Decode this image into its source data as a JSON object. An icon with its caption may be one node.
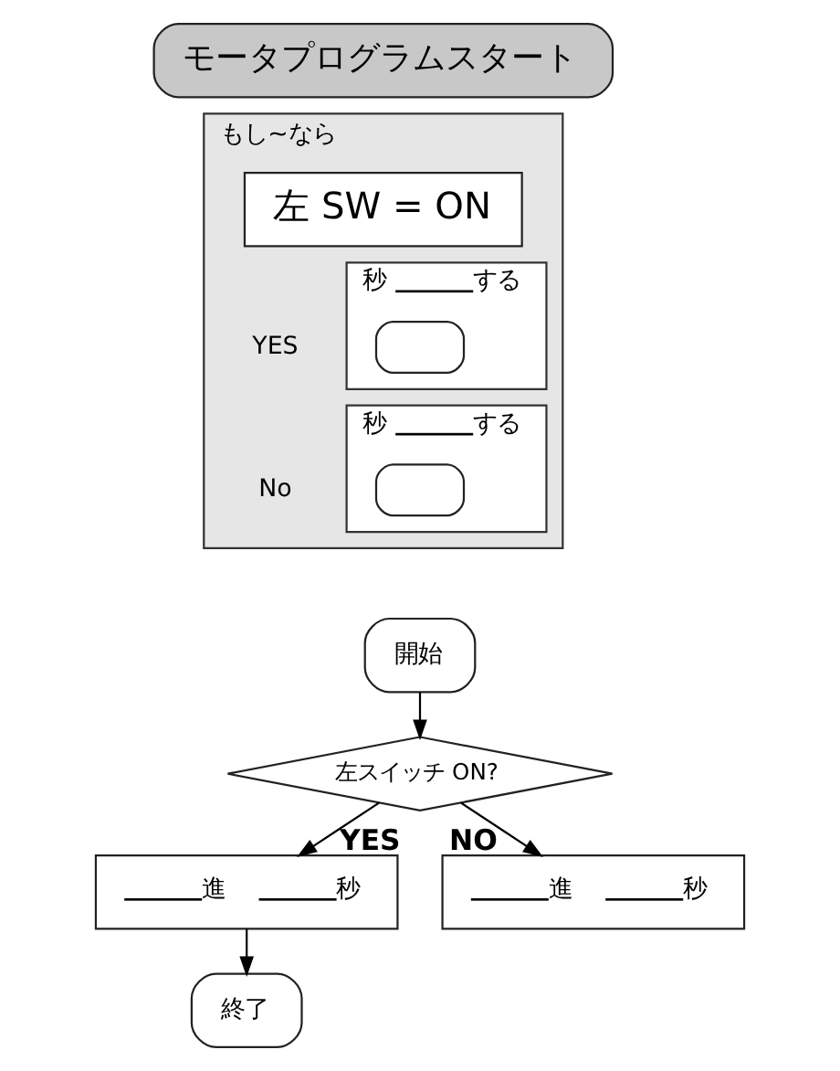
{
  "diagram": {
    "nodes": [
      {
        "text": [
          "モータプログラムスタート"
        ]
      },
      {
        "text": [
          "もし~なら"
        ]
      },
      {
        "text": [
          "左 SW = ON"
        ],
        "in": 1
      },
      {
        "text": [
          "秒",
          "する"
        ],
        "in": 1
      },
      {
        "text": [],
        "shape": "box",
        "in": 3
      },
      {
        "text": [
          "秒",
          "する"
        ],
        "in": 1
      },
      {
        "text": [],
        "shape": "box",
        "in": 5
      },
      {
        "text": [
          "開始"
        ]
      },
      {
        "text": [
          "左スイッチ ON?"
        ]
      },
      {
        "text": [
          "進",
          "秒"
        ]
      },
      {
        "text": [
          "進",
          "秒"
        ]
      },
      {
        "text": [
          "終了"
        ]
      }
    ],
    "edges": [
      {
        "from": 7,
        "to": 8,
        "arrow": "to"
      },
      {
        "from": 8,
        "to": 9,
        "arrow": "to",
        "label": "YES"
      },
      {
        "from": 8,
        "to": 10,
        "arrow": "to",
        "label": "NO"
      },
      {
        "from": 9,
        "to": 11,
        "arrow": "to"
      }
    ],
    "labels": [
      "YES",
      "No"
    ]
  }
}
